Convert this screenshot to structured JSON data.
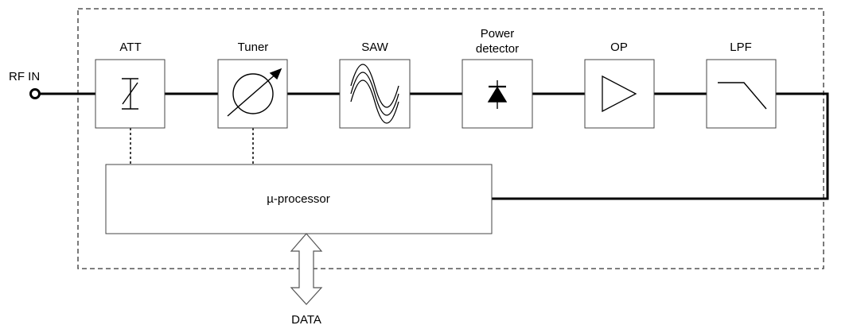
{
  "input_label": "RF IN",
  "blocks": [
    {
      "id": "att",
      "label": "ATT",
      "icon": "attenuator-icon"
    },
    {
      "id": "tuner",
      "label": "Tuner",
      "icon": "tuner-icon"
    },
    {
      "id": "saw",
      "label": "SAW",
      "icon": "saw-filter-icon"
    },
    {
      "id": "power-detector",
      "label_line1": "Power",
      "label_line2": "detector",
      "icon": "diode-icon"
    },
    {
      "id": "op",
      "label": "OP",
      "icon": "amplifier-icon"
    },
    {
      "id": "lpf",
      "label": "LPF",
      "icon": "low-pass-filter-icon"
    }
  ],
  "processor_label": "µ-processor",
  "data_label": "DATA"
}
